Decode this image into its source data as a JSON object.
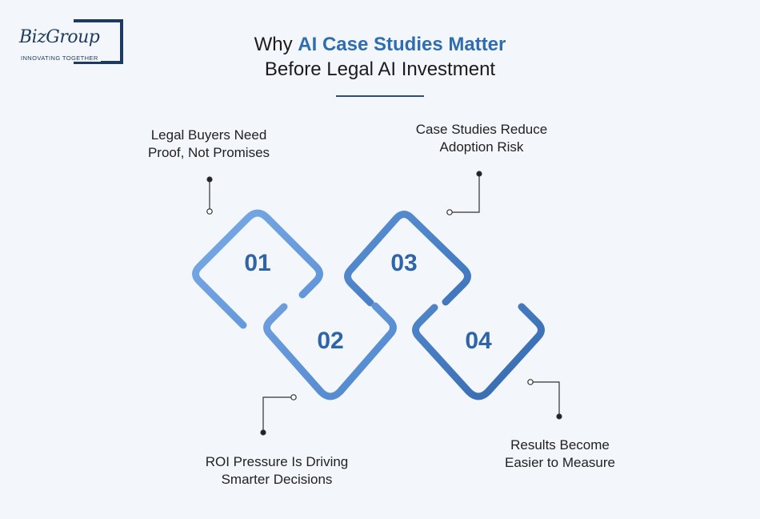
{
  "logo": {
    "wordmark": "BizGroup",
    "tagline": "INNOVATING TOGETHER"
  },
  "title": {
    "prefix": "Why ",
    "highlight": "AI Case Studies Matter",
    "line2": "Before Legal AI Investment"
  },
  "colors": {
    "accent": "#2f6db1",
    "shape_light": "#6a9ede",
    "shape_dark": "#3d73b8",
    "number": "#2f65a8",
    "ink": "#222222"
  },
  "steps": [
    {
      "number": "01",
      "label_line1": "Legal Buyers Need",
      "label_line2": "Proof, Not Promises"
    },
    {
      "number": "02",
      "label_line1": "ROI Pressure Is Driving",
      "label_line2": "Smarter Decisions"
    },
    {
      "number": "03",
      "label_line1": "Case Studies Reduce",
      "label_line2": "Adoption Risk"
    },
    {
      "number": "04",
      "label_line1": "Results Become",
      "label_line2": "Easier to Measure"
    }
  ]
}
